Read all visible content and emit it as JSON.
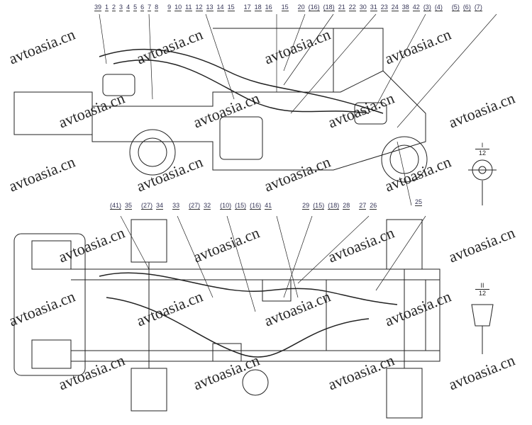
{
  "top_callouts": [
    "39",
    "1",
    "2",
    "3",
    "4",
    "5",
    "6",
    "7",
    "8",
    "9",
    "10",
    "11",
    "12",
    "13",
    "14",
    "15",
    "17",
    "18",
    "16",
    "15",
    "20",
    "(16)",
    "(18)",
    "21",
    "22",
    "30",
    "31",
    "23",
    "24",
    "38",
    "42",
    "(3)",
    "(4)",
    "(5)",
    "(6)",
    "(7)"
  ],
  "bottom_callouts": [
    "(41)",
    "35",
    "(27)",
    "34",
    "33",
    "(27)",
    "32",
    "(10)",
    "(15)",
    "(16)",
    "41",
    "29",
    "(15)",
    "(18)",
    "28",
    "27",
    "26"
  ],
  "side_callout": "25",
  "view_1": {
    "numeral": "I",
    "scale": "12"
  },
  "view_2": {
    "numeral": "II",
    "scale": "12"
  },
  "watermark": "avtoasia.cn"
}
